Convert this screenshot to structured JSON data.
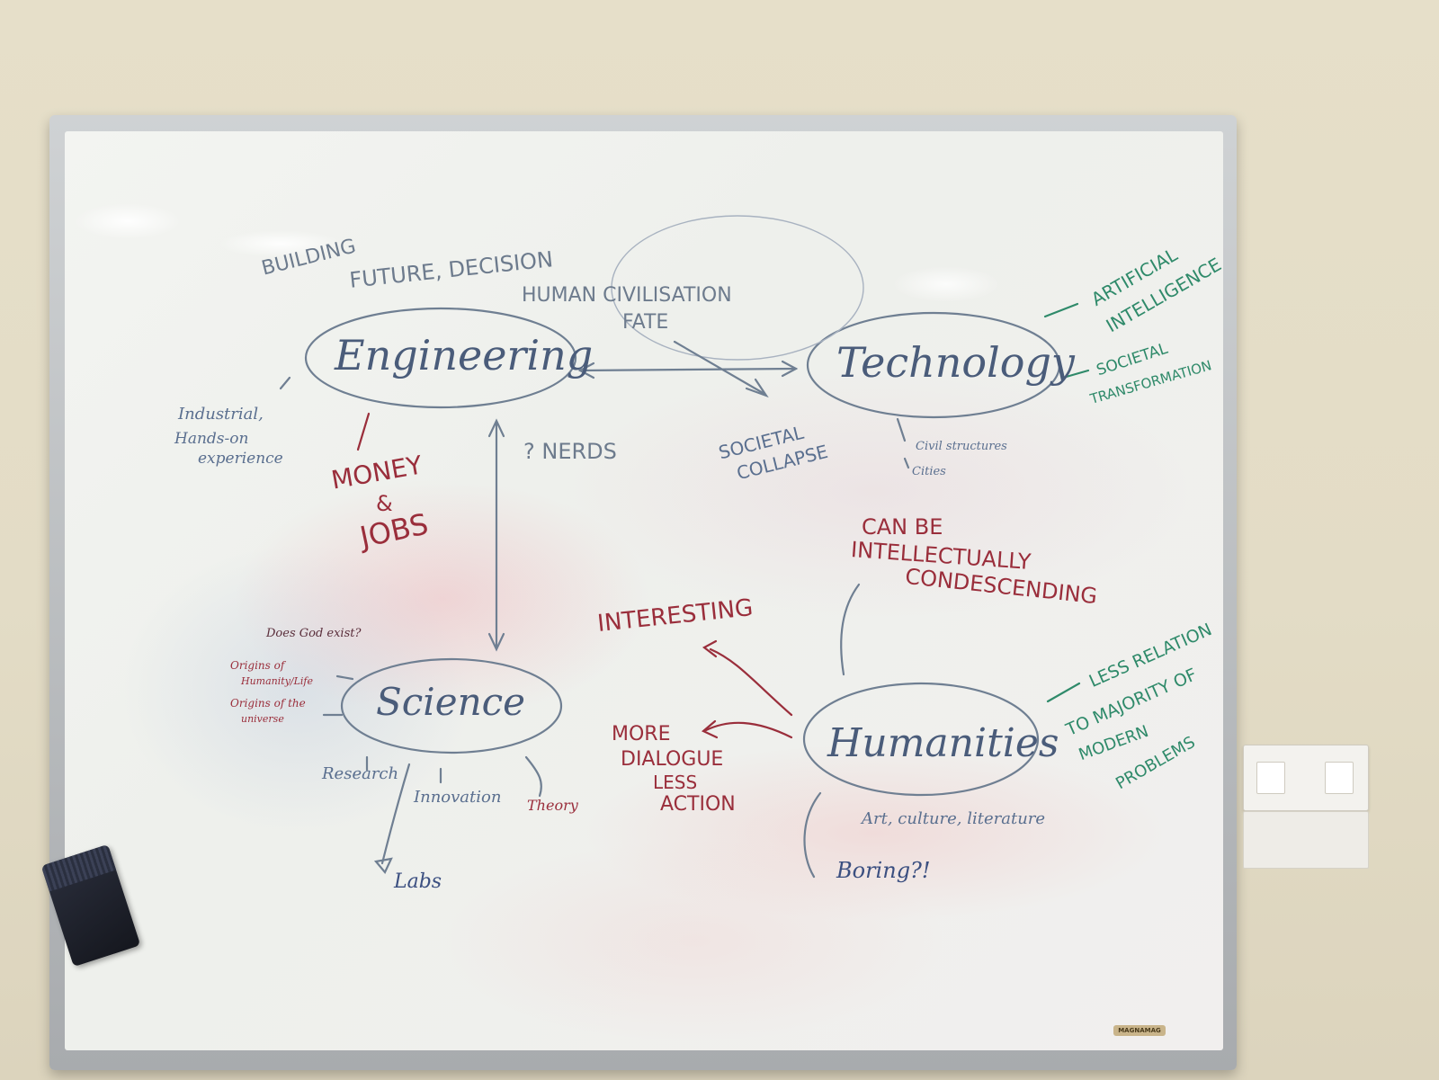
{
  "board": {
    "brand_label": "MAGNAMAG"
  },
  "nodes": {
    "engineering": "Engineering",
    "technology": "Technology",
    "science": "Science",
    "humanities": "Humanities"
  },
  "notes": {
    "building": "BUILDING",
    "future": "FUTURE, DECISION",
    "human_civ_1": "HUMAN CIVILISATION",
    "human_civ_2": "FATE",
    "industrial_1": "Industrial,",
    "industrial_2": "Hands-on",
    "industrial_3": "experience",
    "money_1": "MONEY",
    "money_2": "&",
    "money_3": "JOBS",
    "nerds": "? NERDS",
    "societal_collapse_1": "SOCIETAL",
    "societal_collapse_2": "COLLAPSE",
    "civil_structures": "Civil structures",
    "cities": "Cities",
    "artificial_1": "ARTIFICIAL",
    "artificial_2": "INTELLIGENCE",
    "societal_trans_1": "SOCIETAL",
    "societal_trans_2": "TRANSFORMATION",
    "can_be_1": "CAN BE",
    "can_be_2": "INTELLECTUALLY",
    "can_be_3": "CONDESCENDING",
    "interesting": "INTERESTING",
    "god": "Does God exist?",
    "origins_1": "Origins of",
    "origins_2": "Humanity/Life",
    "origins_3": "Origins of the",
    "origins_4": "universe",
    "research": "Research",
    "innovation": "Innovation",
    "theory": "Theory",
    "labs": "Labs",
    "more_dialogue_1": "MORE",
    "more_dialogue_2": "DIALOGUE",
    "more_dialogue_3": "LESS",
    "more_dialogue_4": "ACTION",
    "less_relation_1": "LESS RELATION",
    "less_relation_2": "TO MAJORITY OF",
    "less_relation_3": "MODERN",
    "less_relation_4": "PROBLEMS",
    "art": "Art, culture, literature",
    "boring": "Boring?!"
  },
  "colors": {
    "blue_marker": "#5a6f8f",
    "red_marker": "#9a2e3b",
    "green_marker": "#2f8a6a"
  }
}
